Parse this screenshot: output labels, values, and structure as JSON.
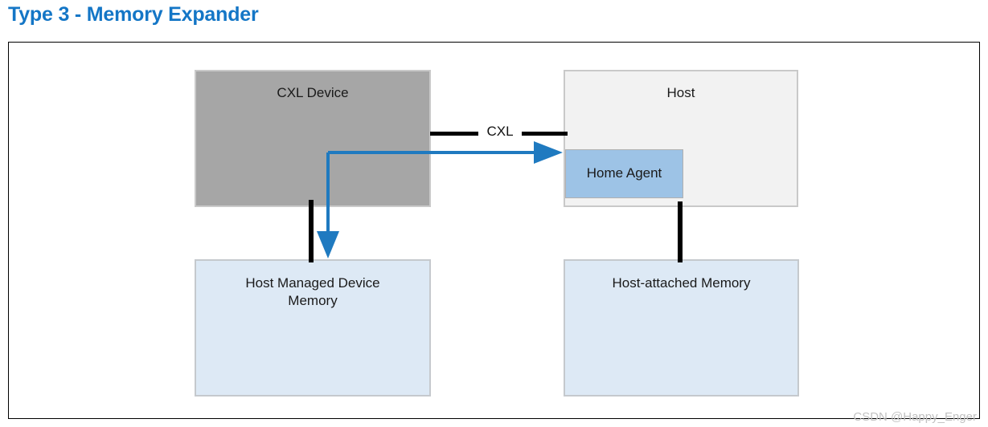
{
  "page": {
    "title": "Type 3 - Memory Expander",
    "title_color": "#1476c6",
    "background": "#ffffff"
  },
  "diagram": {
    "frame_border_color": "#000000",
    "nodes": [
      {
        "id": "cxl-device",
        "label": "CXL Device",
        "fill": "#a6a6a6",
        "border": "#c9c9c9"
      },
      {
        "id": "host",
        "label": "Host",
        "fill": "#f2f2f2",
        "border": "#c9c9c9"
      },
      {
        "id": "home-agent",
        "label": "Home Agent",
        "fill": "#9dc3e6",
        "border": "#b0b0b0"
      },
      {
        "id": "host-managed-device-memory",
        "label": "Host Managed Device Memory",
        "fill": "#dde9f5",
        "border": "#c5c9cd"
      },
      {
        "id": "host-attached-memory",
        "label": "Host-attached Memory",
        "fill": "#dde9f5",
        "border": "#c5c9cd"
      }
    ],
    "connectors": [
      {
        "id": "cxl-link",
        "label": "CXL",
        "color": "#000000",
        "from": "cxl-device",
        "to": "host"
      },
      {
        "id": "device-to-hdm",
        "label": "",
        "color": "#000000",
        "from": "cxl-device",
        "to": "host-managed-device-memory"
      },
      {
        "id": "host-to-ham",
        "label": "",
        "color": "#000000",
        "from": "host",
        "to": "host-attached-memory"
      },
      {
        "id": "coherence-path",
        "label": "",
        "color": "#1f7ac0",
        "from": "host-managed-device-memory",
        "to": "home-agent"
      }
    ]
  },
  "watermark": {
    "text": "CSDN @Happy_Enger",
    "color": "#c2c2c2"
  }
}
